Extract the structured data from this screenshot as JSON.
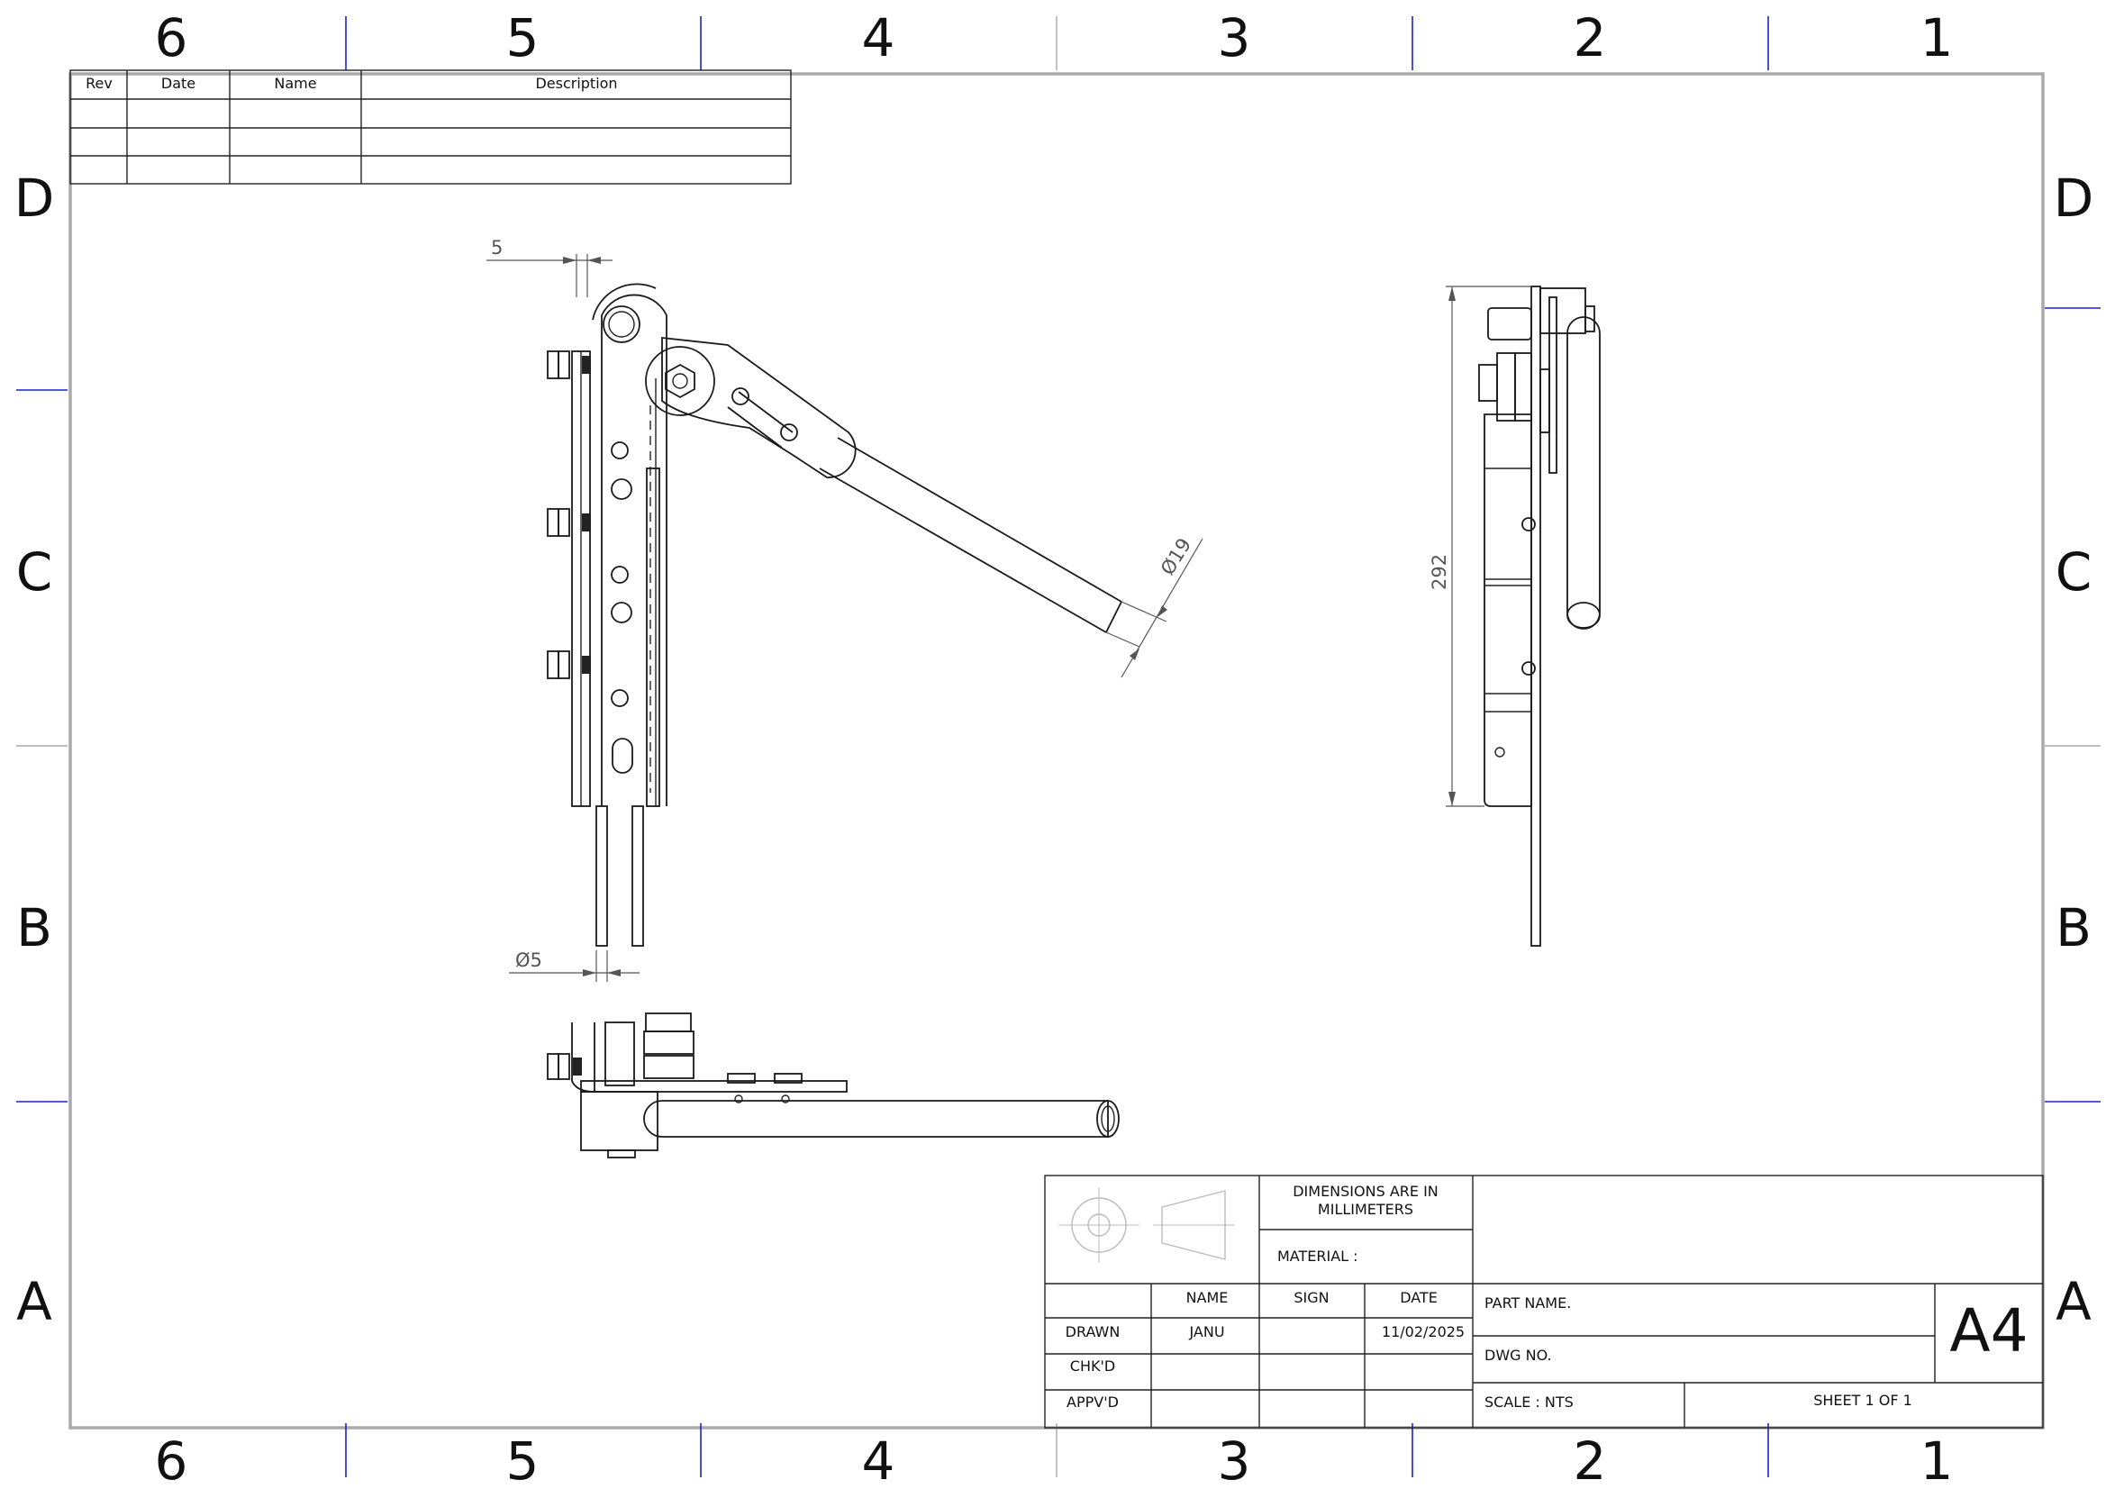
{
  "zones": {
    "columns": [
      "6",
      "5",
      "4",
      "3",
      "2",
      "1"
    ],
    "rows": [
      "D",
      "C",
      "B",
      "A"
    ]
  },
  "revision_table": {
    "headers": [
      "Rev",
      "Date",
      "Name",
      "Description"
    ]
  },
  "dimensions": {
    "top_offset": "5",
    "rod_diameter": "Ø19",
    "pin_diameter": "Ø5",
    "height": "292"
  },
  "title_block": {
    "units_note_line1": "DIMENSIONS ARE IN",
    "units_note_line2": "MILLIMETERS",
    "material_label": "MATERIAL :",
    "col_name": "NAME",
    "col_sign": "SIGN",
    "col_date": "DATE",
    "row_drawn": "DRAWN",
    "row_checked": "CHK'D",
    "row_approved": "APPV'D",
    "drawn_name": "JANU",
    "drawn_date": "11/02/2025",
    "part_name_label": "PART NAME.",
    "dwg_no_label": "DWG NO.",
    "scale_label": "SCALE : NTS",
    "sheet_label": "SHEET 1 OF 1",
    "sheet_size": "A4"
  }
}
